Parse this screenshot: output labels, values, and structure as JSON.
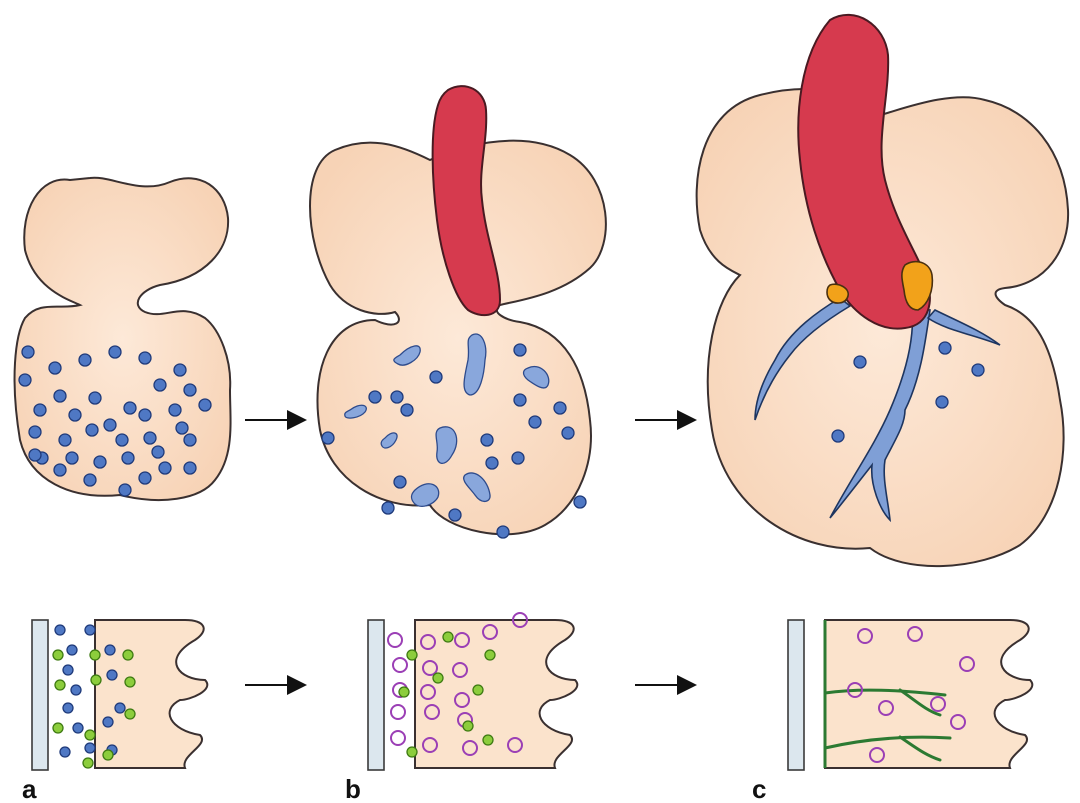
{
  "panels": {
    "a": {
      "label": "a"
    },
    "b": {
      "label": "b"
    },
    "c": {
      "label": "c"
    }
  },
  "colors": {
    "tissue": "#fbe3cc",
    "vessel": "#d63a4e",
    "branch": "#7f9fd6",
    "branch_tip": "#f2a21a",
    "cell_blue": "#4f78c4",
    "cell_green": "#8ccd3c",
    "cell_ring": "#9b3fb5",
    "green_vessel": "#2c7a32"
  }
}
